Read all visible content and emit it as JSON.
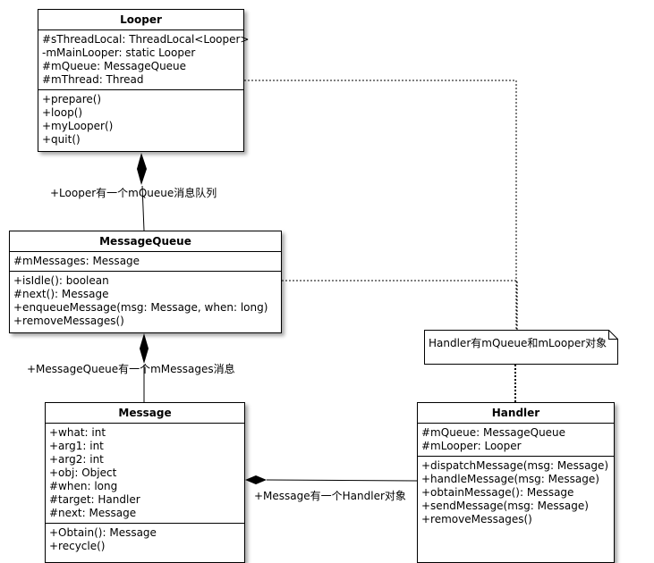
{
  "looper": {
    "name": "Looper",
    "attributes": [
      "#sThreadLocal: ThreadLocal<Looper>",
      "-mMainLooper: static Looper",
      "#mQueue: MessageQueue",
      "#mThread: Thread"
    ],
    "operations": [
      "+prepare()",
      "+loop()",
      "+myLooper()",
      "+quit()"
    ]
  },
  "messagequeue": {
    "name": "MessageQueue",
    "attributes": [
      "#mMessages: Message"
    ],
    "operations": [
      "+isIdle(): boolean",
      "#next(): Message",
      "+enqueueMessage(msg: Message, when: long)",
      "+removeMessages()"
    ]
  },
  "message": {
    "name": "Message",
    "attributes": [
      "+what: int",
      "+arg1: int",
      "+arg2: int",
      "+obj: Object",
      "#when: long",
      "#target: Handler",
      "#next: Message"
    ],
    "operations": [
      "+Obtain(): Message",
      "+recycle()"
    ]
  },
  "handler": {
    "name": "Handler",
    "attributes": [
      "#mQueue: MessageQueue",
      "#mLooper: Looper"
    ],
    "operations": [
      "+dispatchMessage(msg: Message)",
      "+handleMessage(msg: Message)",
      "+obtainMessage(): Message",
      "+sendMessage(msg: Message)",
      "+removeMessages()"
    ]
  },
  "relations": {
    "looper_queue": "+Looper有一个mQueue消息队列",
    "queue_message": "+MessageQueue有一个mMessages消息",
    "handler_message": "+Message有一个Handler对象"
  },
  "note": {
    "text": "Handler有mQueue和mLooper对象"
  }
}
